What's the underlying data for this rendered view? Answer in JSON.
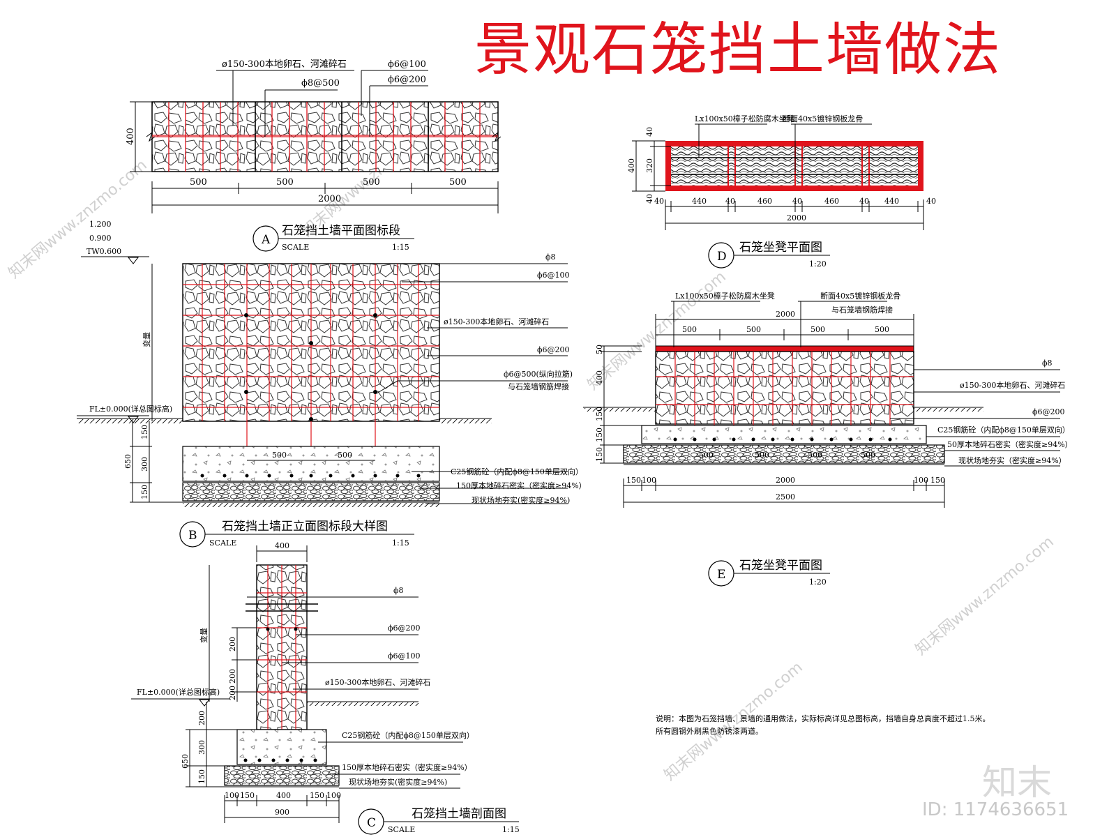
{
  "page": {
    "title": "景观石笼挡土墙做法",
    "brand": "知末",
    "id_label": "ID: 1174636651"
  },
  "colors": {
    "rebar": "#e0141c",
    "line": "#000000",
    "stone": "#333333",
    "watermark": "#d0d0d0"
  },
  "watermark_text": "知末网www.znzmo.com",
  "scale_word": "SCALE",
  "texts": {
    "stone": "ø150-300本地卵石、河滩碎石",
    "phi8": "ϕ8",
    "phi6_100": "ϕ6@100",
    "phi6_200": "ϕ6@200",
    "phi8_500": "ϕ8@500",
    "phi6_500a": "ϕ6@500(纵向拉筋)",
    "phi6_500b": "与石笼墙钢筋焊接",
    "c25": "C25钢筋砼（内配ϕ8@150单层双向）",
    "gravel150": "150厚本地碎石密实（密实度≥94%）",
    "subgrade": "现状场地夯实(密实度≥94%)",
    "gravel50": "50厚本地碎石密实（密实度≥94%）",
    "subgrade_e": "现状场地夯实（密实度≥94%）",
    "wood": "Lx100x50樟子松防腐木坐凳",
    "steel": "断面40x5镀锌钢板龙骨",
    "steel_b": "与石笼墙钢筋焊接",
    "elev1": "1.200",
    "elev2": "0.900",
    "elev3": "TW0.600",
    "fl_b": "FL±0.000(详总图标高)",
    "fl_c": "FL±0.000(详总图标高)",
    "varies": "变量"
  },
  "view_a": {
    "letter": "A",
    "title": "石笼挡土墙平面图标段",
    "scale": "1:15",
    "dims": [
      "500",
      "500",
      "500",
      "500"
    ],
    "total": "2000",
    "height": "400"
  },
  "view_b": {
    "letter": "B",
    "title": "石笼挡土墙正立面图标段大样图",
    "scale": "1:15",
    "dims": [
      "500",
      "500"
    ],
    "left_dims": [
      "150",
      "300",
      "650",
      "150"
    ]
  },
  "view_c": {
    "letter": "C",
    "title": "石笼挡土墙剖面图",
    "scale": "1:15",
    "top": "400",
    "bottom": [
      "100",
      "150",
      "400",
      "150",
      "100"
    ],
    "total": "900",
    "left_dims": [
      "200",
      "200",
      "200",
      "200",
      "300",
      "650",
      "150"
    ]
  },
  "view_d": {
    "letter": "D",
    "title": "石笼坐凳平面图",
    "scale": "1:20",
    "dims": [
      "40",
      "440",
      "40",
      "460",
      "40",
      "460",
      "40",
      "440",
      "40"
    ],
    "total": "2000",
    "left_dims": [
      "40",
      "320",
      "400",
      "40"
    ]
  },
  "view_e": {
    "letter": "E",
    "title": "石笼坐凳平面图",
    "scale": "1:20",
    "top_total": "2000",
    "top_dims": [
      "500",
      "500",
      "500",
      "500"
    ],
    "bottom": [
      "150",
      "100",
      "2000",
      "100",
      "150"
    ],
    "total": "2500",
    "left_dims": [
      "50",
      "400",
      "150",
      "150",
      "150"
    ],
    "base_dims": [
      "500",
      "500",
      "500",
      "500"
    ]
  },
  "notes": {
    "line1": "说明：本图为石笼挡墙、景墙的通用做法，实际标高详见总图标高，挡墙自身总高度不超过1.5米。",
    "line2": "所有圆钢外刷黑色防锈漆两道。"
  }
}
